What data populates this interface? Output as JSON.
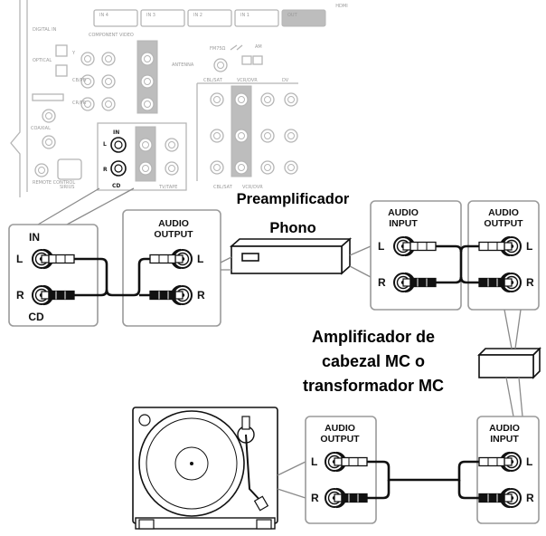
{
  "panel": {
    "hdmi": "HDMI",
    "hdmi_in4": "IN 4",
    "hdmi_in3": "IN 3",
    "hdmi_in2": "IN 2",
    "hdmi_in1": "IN 1",
    "hdmi_out": "OUT",
    "digital_in": "DIGITAL IN",
    "optical": "OPTICAL",
    "component_video": "COMPONENT VIDEO",
    "fm": "FM75Ω",
    "am": "AM",
    "antenna": "ANTENNA",
    "coaxial": "COAXIAL",
    "remote_control": "REMOTE CONTROL",
    "sirius": "SIRIUS",
    "cbl_sat": "CBL/SAT",
    "vcr_dvr": "VCR/DVR",
    "dvd": "DV",
    "tv_tape": "TV/TAPE",
    "in": "IN",
    "out": "OUT",
    "l": "L",
    "r": "R",
    "cd": "CD",
    "y": "Y",
    "cb": "CB/PB",
    "cr": "CR/PR"
  },
  "labels": {
    "cd_in": "IN",
    "cd_name": "CD",
    "l": "L",
    "r": "R",
    "audio_output": [
      "AUDIO",
      "OUTPUT"
    ],
    "audio_input": [
      "AUDIO",
      "INPUT"
    ],
    "preamp": [
      "Preamplificador",
      "Phono"
    ],
    "mc_amp": [
      "Amplificador de",
      "cabezal MC o",
      "transformador MC"
    ]
  }
}
